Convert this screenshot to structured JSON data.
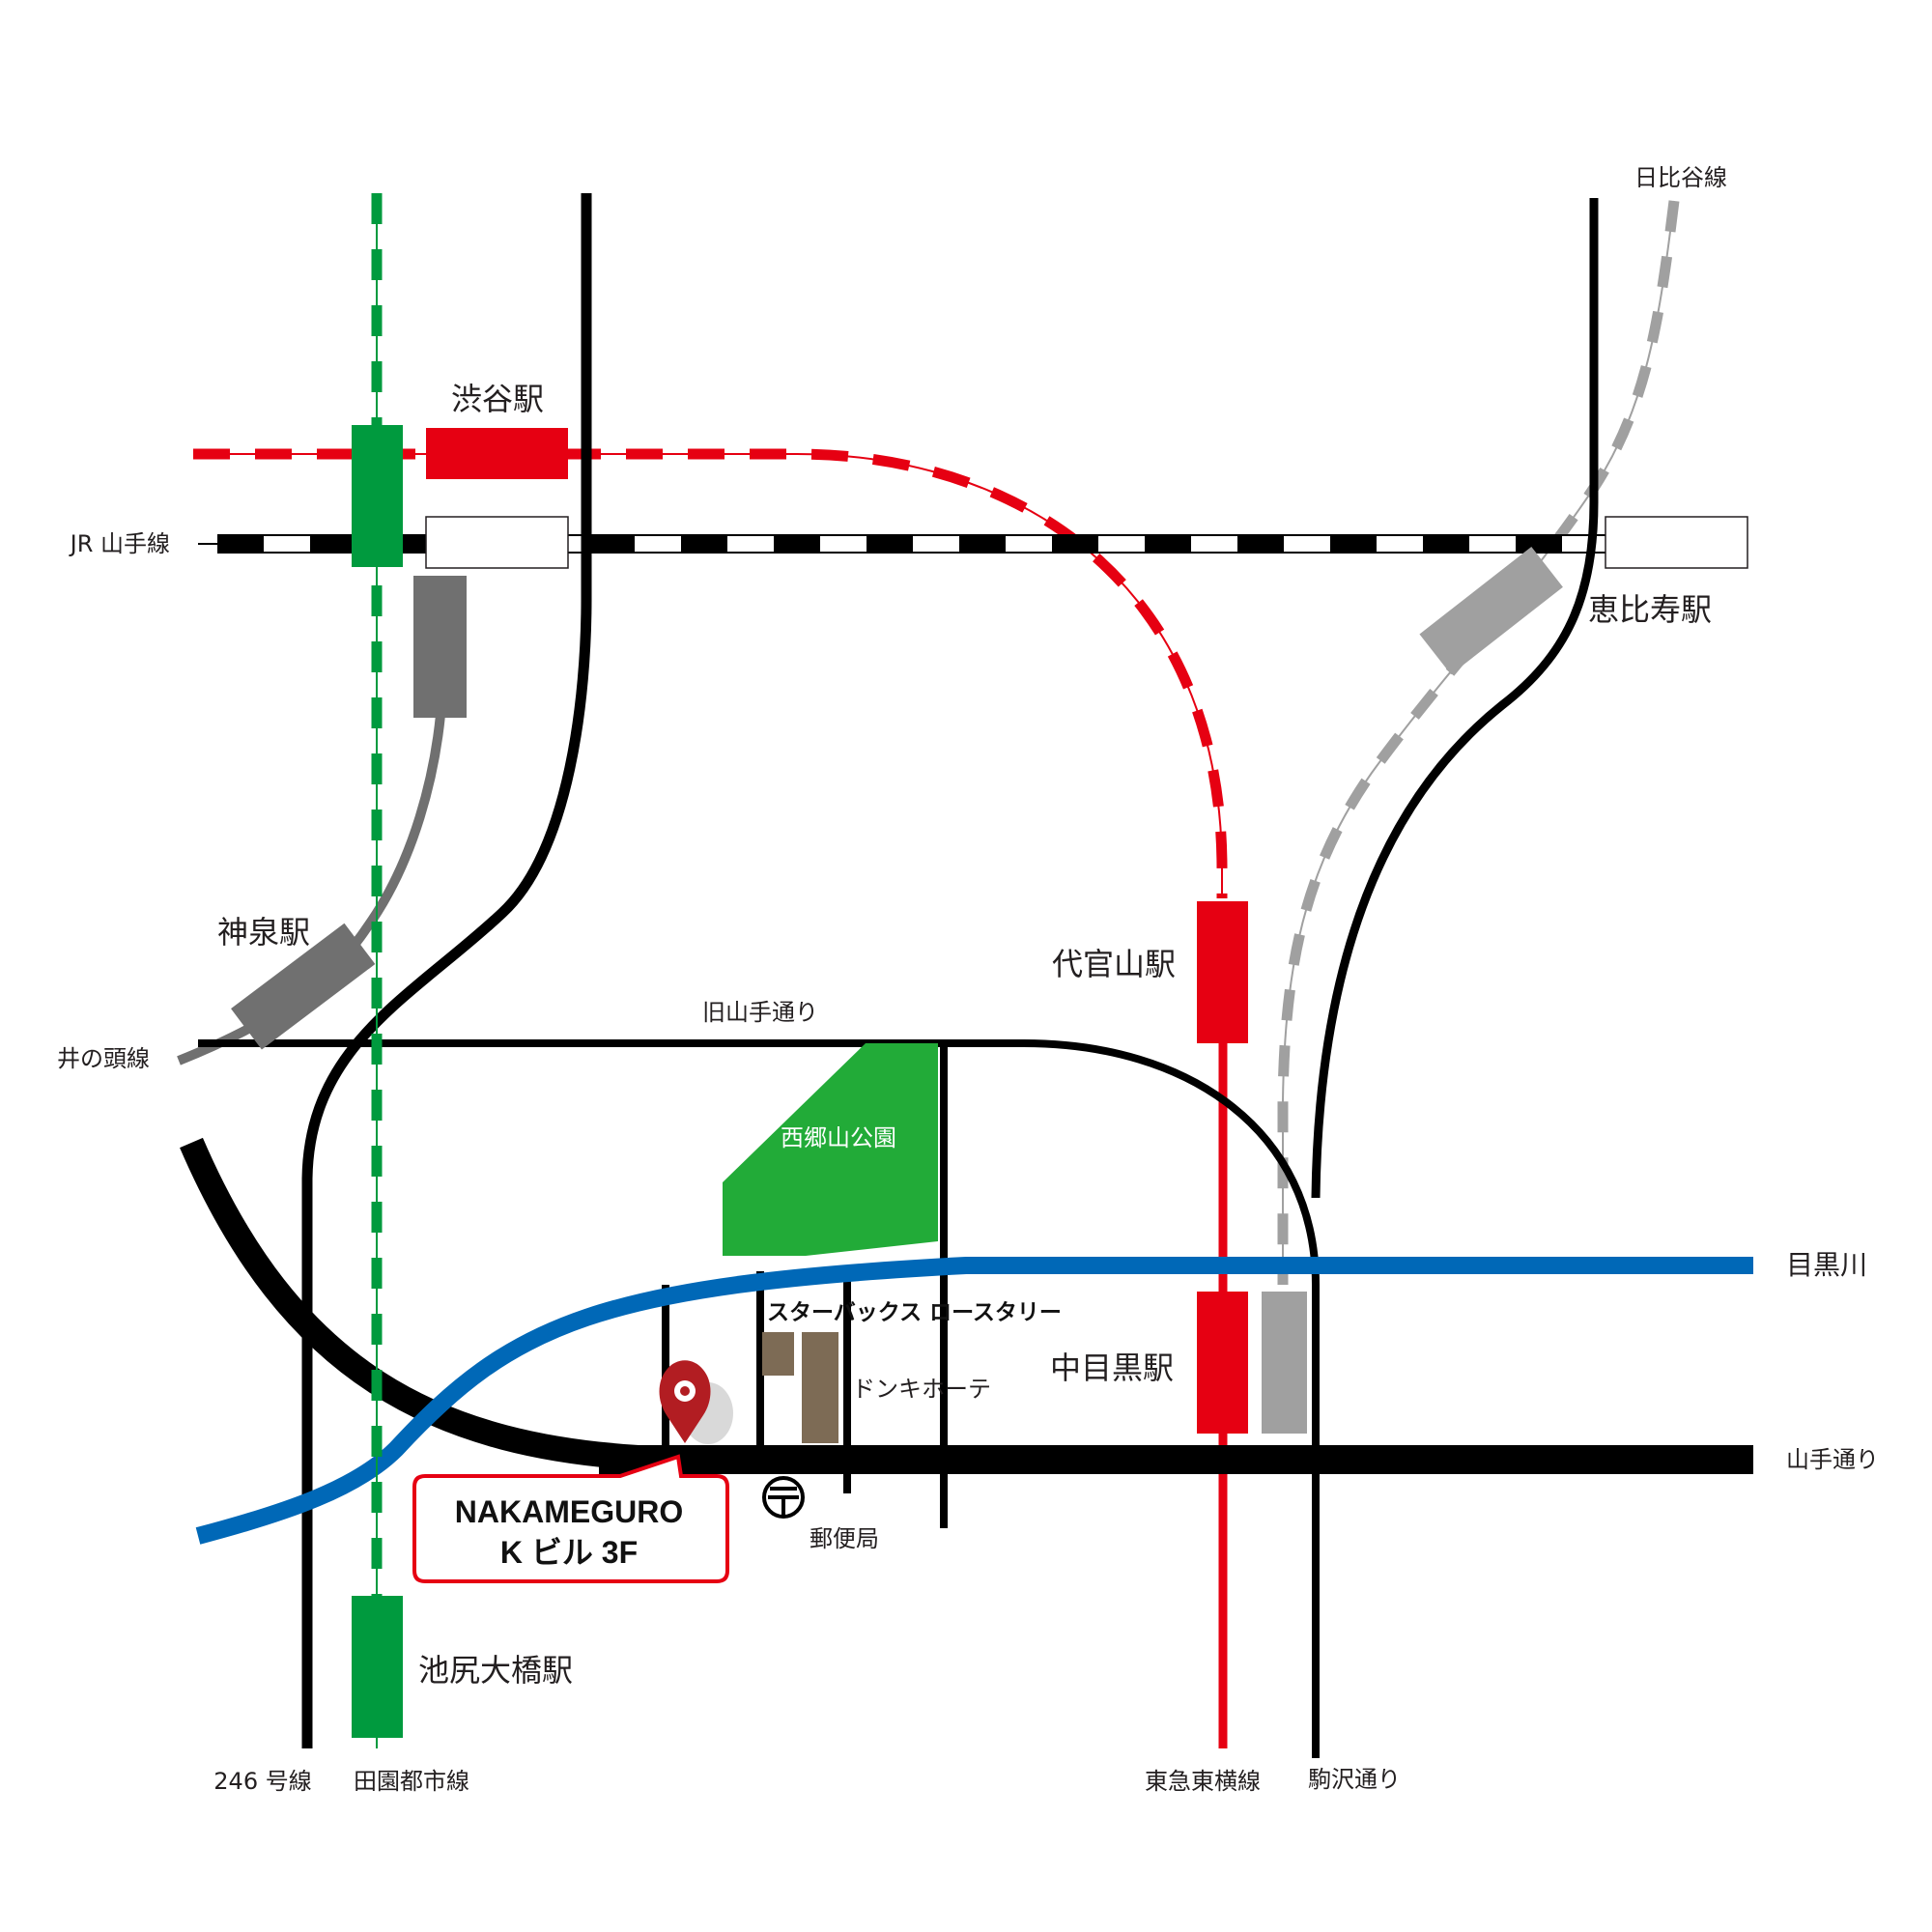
{
  "map": {
    "colors": {
      "road": "#000000",
      "toyoko": "#e60012",
      "denentoshi": "#009a3e",
      "inokashira": "#707070",
      "hibiya": "#a0a0a0",
      "river": "#0068b7",
      "park": "#22ab38",
      "building": "#7d6b55",
      "marker": "#b21d22"
    },
    "stations": {
      "shibuya": "渋谷駅",
      "ebisu": "恵比寿駅",
      "shinsen": "神泉駅",
      "daikanyama": "代官山駅",
      "nakameguro": "中目黒駅",
      "ikejiri_ohashi": "池尻大橋駅"
    },
    "lines": {
      "jr_yamanote": "JR 山手線",
      "hibiya": "日比谷線",
      "inokashira": "井の頭線",
      "toyoko": "東急東横線",
      "denentoshi": "田園都市線"
    },
    "roads": {
      "kyu_yamate": "旧山手通り",
      "yamate": "山手通り",
      "route246": "246 号線",
      "komazawa": "駒沢通り"
    },
    "landmarks": {
      "saigoyama_park": "西郷山公園",
      "meguro_river": "目黒川",
      "starbucks": "スターバックス ロースタリー",
      "donki": "ドンキホーテ",
      "post_office": "郵便局"
    },
    "destination": {
      "line1": "NAKAMEGURO",
      "line2": "K ビル 3F"
    }
  }
}
